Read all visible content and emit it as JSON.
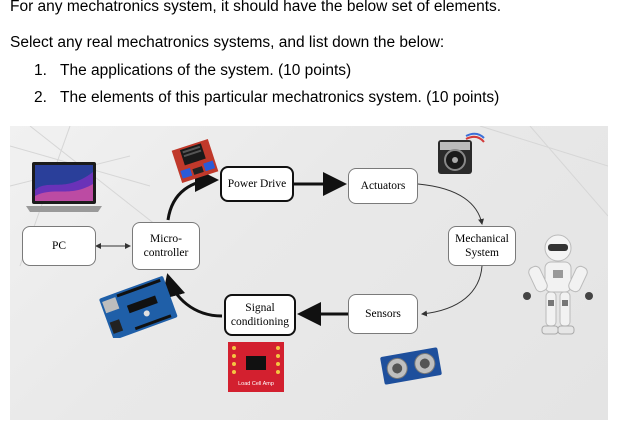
{
  "question": {
    "intro": "For any mechatronics system, it should have the below set of elements.",
    "instruction": "Select any real mechatronics systems, and list down the below:",
    "items": [
      {
        "number": "1.",
        "text": "The applications of the system. (10 points)"
      },
      {
        "number": "2.",
        "text": "The elements of this particular mechatronics system. (10 points)"
      }
    ]
  },
  "diagram": {
    "nodes": {
      "pc": "PC",
      "micro_line1": "Micro-",
      "micro_line2": "controller",
      "power_drive": "Power Drive",
      "actuators": "Actuators",
      "mechanical_line1": "Mechanical",
      "mechanical_line2": "System",
      "sensors": "Sensors",
      "signal_line1": "Signal",
      "signal_line2": "conditioning"
    },
    "board_labels": {
      "loadcell": "Load Cell Amp"
    },
    "colors": {
      "driver_board": "#c0392b",
      "arduino": "#1f5fa8",
      "loadcell": "#d3202f",
      "sensor_board": "#1e4f9c",
      "laptop_screen": "#2a3f9a"
    },
    "icons": [
      "laptop-icon",
      "motor-driver-board-icon",
      "stepper-motor-icon",
      "humanoid-robot-icon",
      "arduino-board-icon",
      "loadcell-amplifier-icon",
      "ultrasonic-sensor-icon"
    ]
  }
}
